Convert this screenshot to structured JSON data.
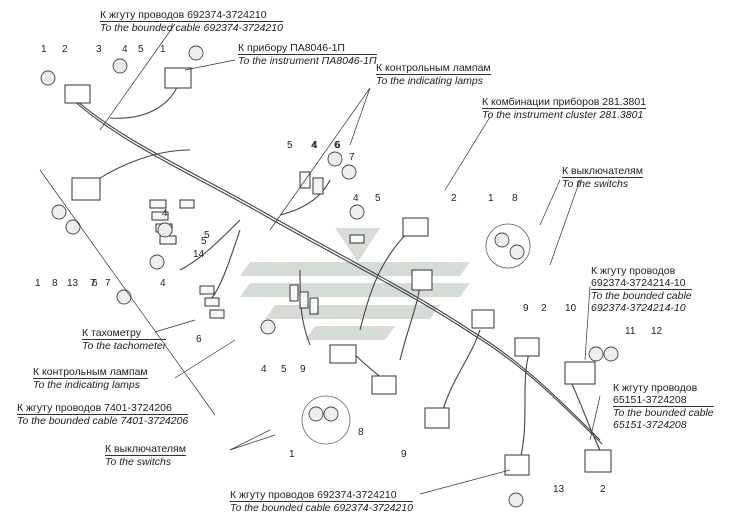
{
  "captions": [
    {
      "ru": "К жгуту проводов 692374-3724210",
      "en": "To the bounded cable 692374-3724210"
    },
    {
      "ru": "К прибору ПА8046-1П",
      "en": "To the instrument ПА8046-1П"
    },
    {
      "ru": "К контрольным лампам",
      "en": "To the indicating lamps"
    },
    {
      "ru": "К комбинации приборов 281.3801",
      "en": "To the instrument cluster 281.3801"
    },
    {
      "ru": "К выключателям",
      "en": "To the switchs"
    },
    {
      "ru": "К жгуту проводов",
      "en": "692374-3724214-10",
      "en2": "To the bounded cable",
      "en3": "692374-3724214-10"
    },
    {
      "ru": "К тахометру",
      "en": "To the tachometer"
    },
    {
      "ru": "К контрольным лампам",
      "en": "To the indicating lamps"
    },
    {
      "ru": "К жгуту проводов 7401-3724206",
      "en": "To the bounded cable 7401-3724206"
    },
    {
      "ru": "К жгуту проводов",
      "en": "65151-3724208",
      "en2": "To the bounded cable",
      "en3": "65151-3724208"
    },
    {
      "ru": "К выключателям",
      "en": "To the switchs"
    },
    {
      "ru": "К жгуту проводов 692374-3724210",
      "en": "To the bounded cable 692374-3724210"
    }
  ],
  "callouts": [
    "1",
    "2",
    "3",
    "4",
    "5",
    "1",
    "5",
    "4",
    "6",
    "7",
    "1",
    "8",
    "13",
    "6",
    "7",
    "5",
    "4",
    "14",
    "4",
    "5",
    "8",
    "2",
    "1",
    "5",
    "4",
    "6",
    "9",
    "2",
    "10",
    "11",
    "12",
    "9",
    "8",
    "1",
    "9",
    "13",
    "2",
    "7",
    "4",
    "5",
    "4",
    "6"
  ]
}
